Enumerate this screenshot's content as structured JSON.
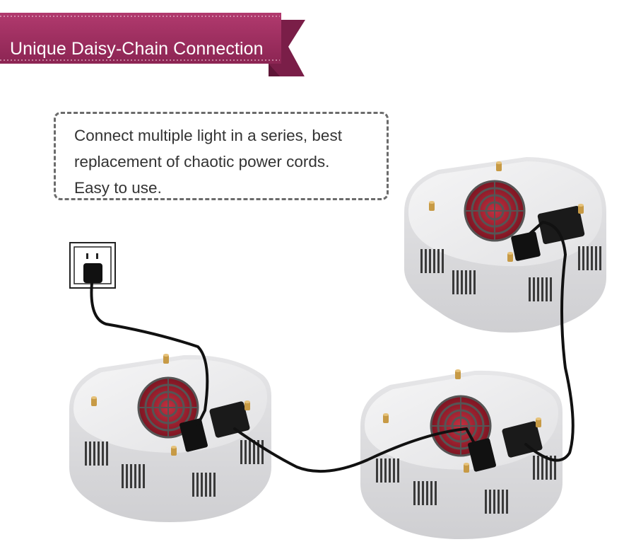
{
  "banner": {
    "title": "Unique Daisy-Chain Connection",
    "color": "#9e2f60"
  },
  "callout": {
    "lines": [
      "Connect multiple light in a series, best",
      "replacement of chaotic power cords.",
      "Easy to use."
    ]
  },
  "illustration": {
    "wall_outlet": {
      "icon": "wall-socket-icon"
    },
    "lights": [
      {
        "id": "light-left"
      },
      {
        "id": "light-middle"
      },
      {
        "id": "light-top-right"
      }
    ],
    "colors": {
      "housing": "#e9e9ea",
      "fan_grill": "#9a1e2a",
      "cable": "#111111",
      "brass": "#c79a45"
    }
  }
}
